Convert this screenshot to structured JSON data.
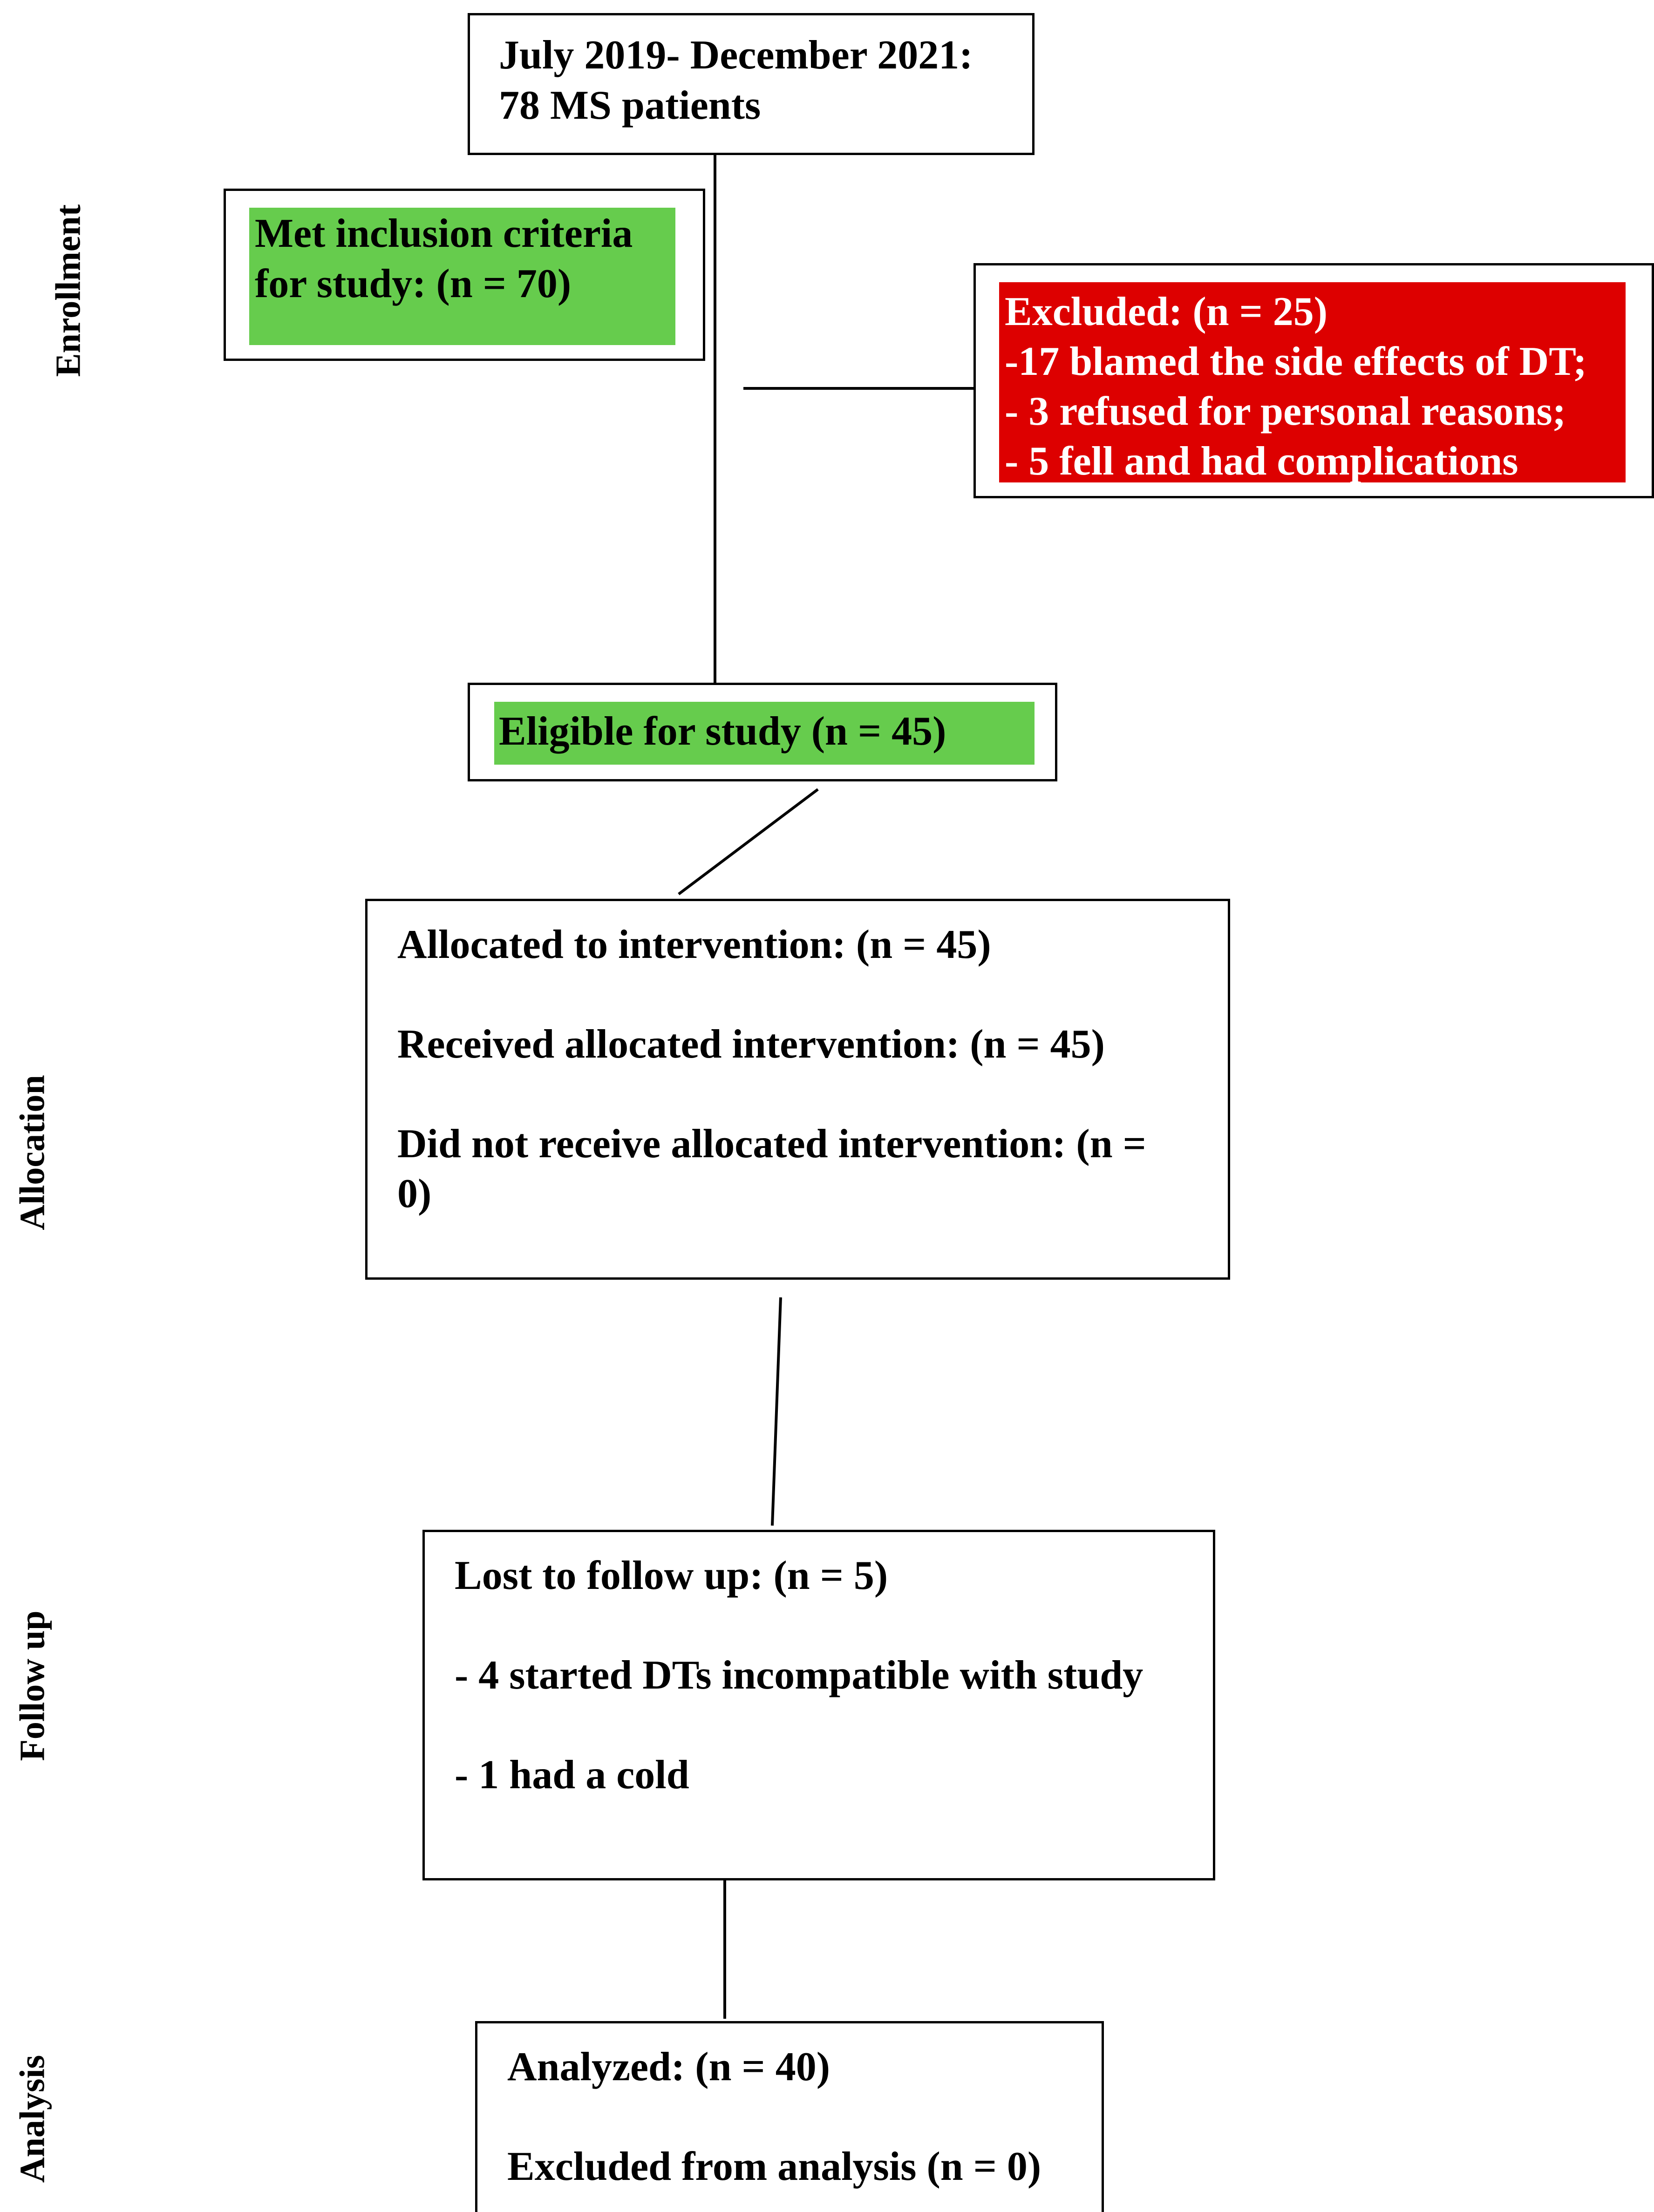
{
  "colors": {
    "green": "#66cc4d",
    "red": "#dd0000",
    "border": "#000000",
    "text_on_red": "#ffffff"
  },
  "phases": {
    "enrollment": "Enrollment",
    "allocation": "Allocation",
    "follow_up": "Follow up",
    "analysis": "Analysis"
  },
  "start": {
    "line1": "July 2019- December 2021:",
    "line2": "78 MS patients"
  },
  "inclusion": {
    "line1": "Met inclusion criteria",
    "line2": "for study: (n = 70)"
  },
  "excluded": {
    "line1": "Excluded: (n = 25)",
    "line2": "-17 blamed the side effects of DT;",
    "line3": "- 3 refused for personal reasons;",
    "line4": "- 5 fell and had complications"
  },
  "eligible": {
    "label": "Eligible for study (n = 45)"
  },
  "allocation": {
    "line1": "Allocated to intervention: (n = 45)",
    "line2": "Received allocated intervention: (n = 45)",
    "line3": "Did not receive allocated intervention: (n =",
    "line4": "0)"
  },
  "follow_up": {
    "line1": "Lost to follow up: (n = 5)",
    "line2": "- 4 started DTs incompatible with study",
    "line3": "- 1 had a cold"
  },
  "analysis": {
    "line1": "Analyzed: (n = 40)",
    "line2": "Excluded from analysis (n = 0)"
  }
}
